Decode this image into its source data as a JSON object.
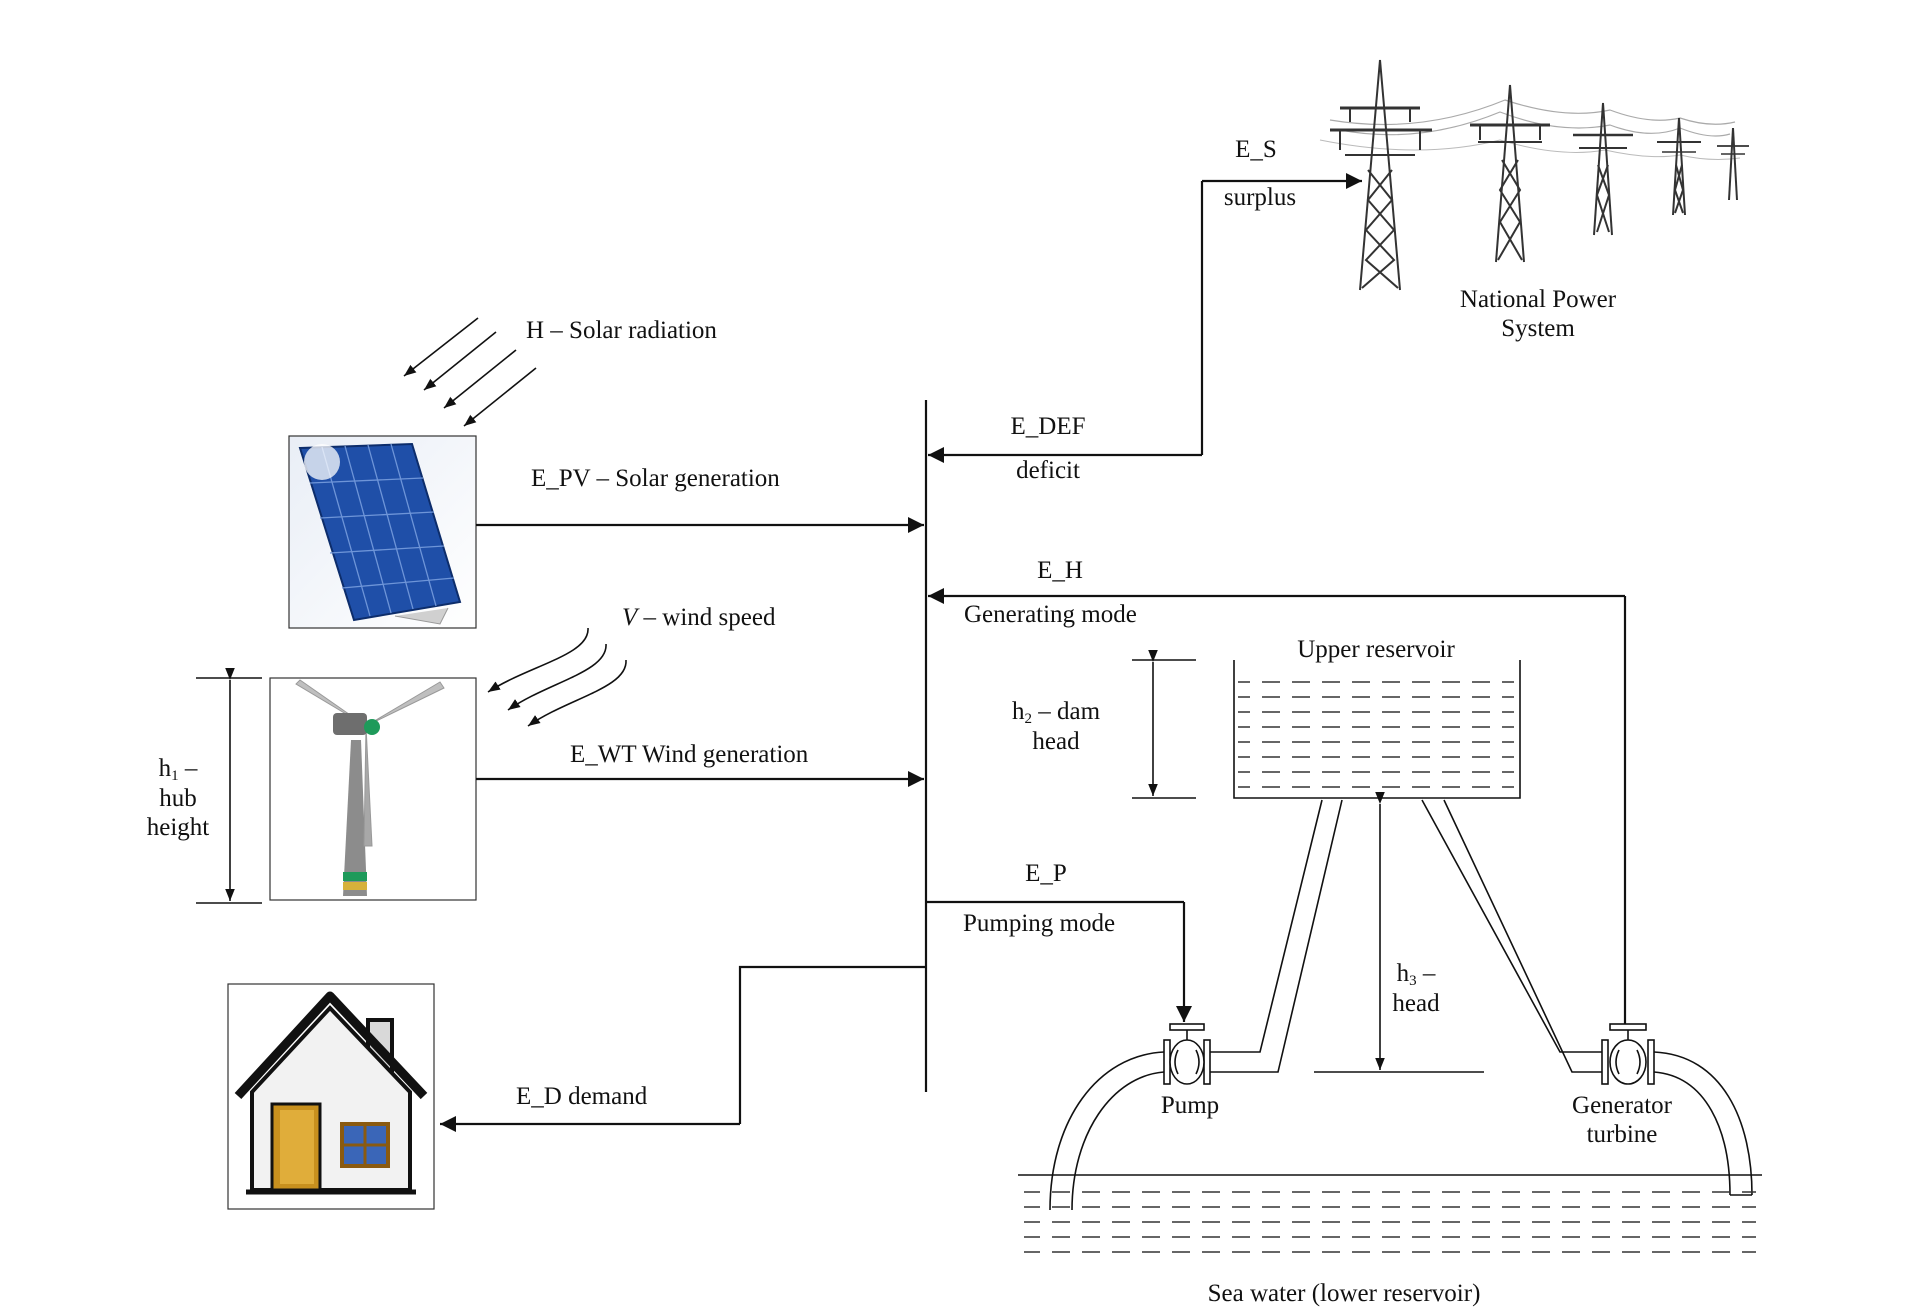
{
  "labels": {
    "e_s": "E_S",
    "surplus": "surplus",
    "national_power_line1": "National Power",
    "national_power_line2": "System",
    "solar_radiation": "H – Solar radiation",
    "e_def": "E_DEF",
    "deficit": "deficit",
    "e_pv": "E_PV – Solar generation",
    "e_h": "E_H",
    "generating_mode": "Generating mode",
    "wind_speed_symbol": "V",
    "wind_speed_text": " – wind speed",
    "upper_reservoir": "Upper reservoir",
    "h2_symbol": "h",
    "h2_sub": "2",
    "h2_text": " – dam",
    "h2_line2": "head",
    "h1_symbol": "h",
    "h1_sub": "1",
    "h1_text": " –",
    "h1_line2": "hub",
    "h1_line3": "height",
    "e_wt": "E_WT Wind generation",
    "e_p": "E_P",
    "pumping_mode": "Pumping mode",
    "h3_symbol": "h",
    "h3_sub": "3",
    "h3_text": " –",
    "h3_line2": "head",
    "e_d": "E_D demand",
    "pump": "Pump",
    "generator_line1": "Generator",
    "generator_line2": "turbine",
    "sea_water": "Sea water (lower reservoir)"
  },
  "icons": {
    "transmission_towers": "power-pylon-icon",
    "solar_panel": "solar-panel-icon",
    "wind_turbine": "wind-turbine-icon",
    "house": "house-icon",
    "pump_valve": "valve-icon",
    "turbine_valve": "valve-icon"
  },
  "colors": {
    "line": "#111111",
    "panel_blue": "#1f4fa8",
    "house_door": "#c8901e",
    "turbine_green": "#1e9a5a"
  }
}
